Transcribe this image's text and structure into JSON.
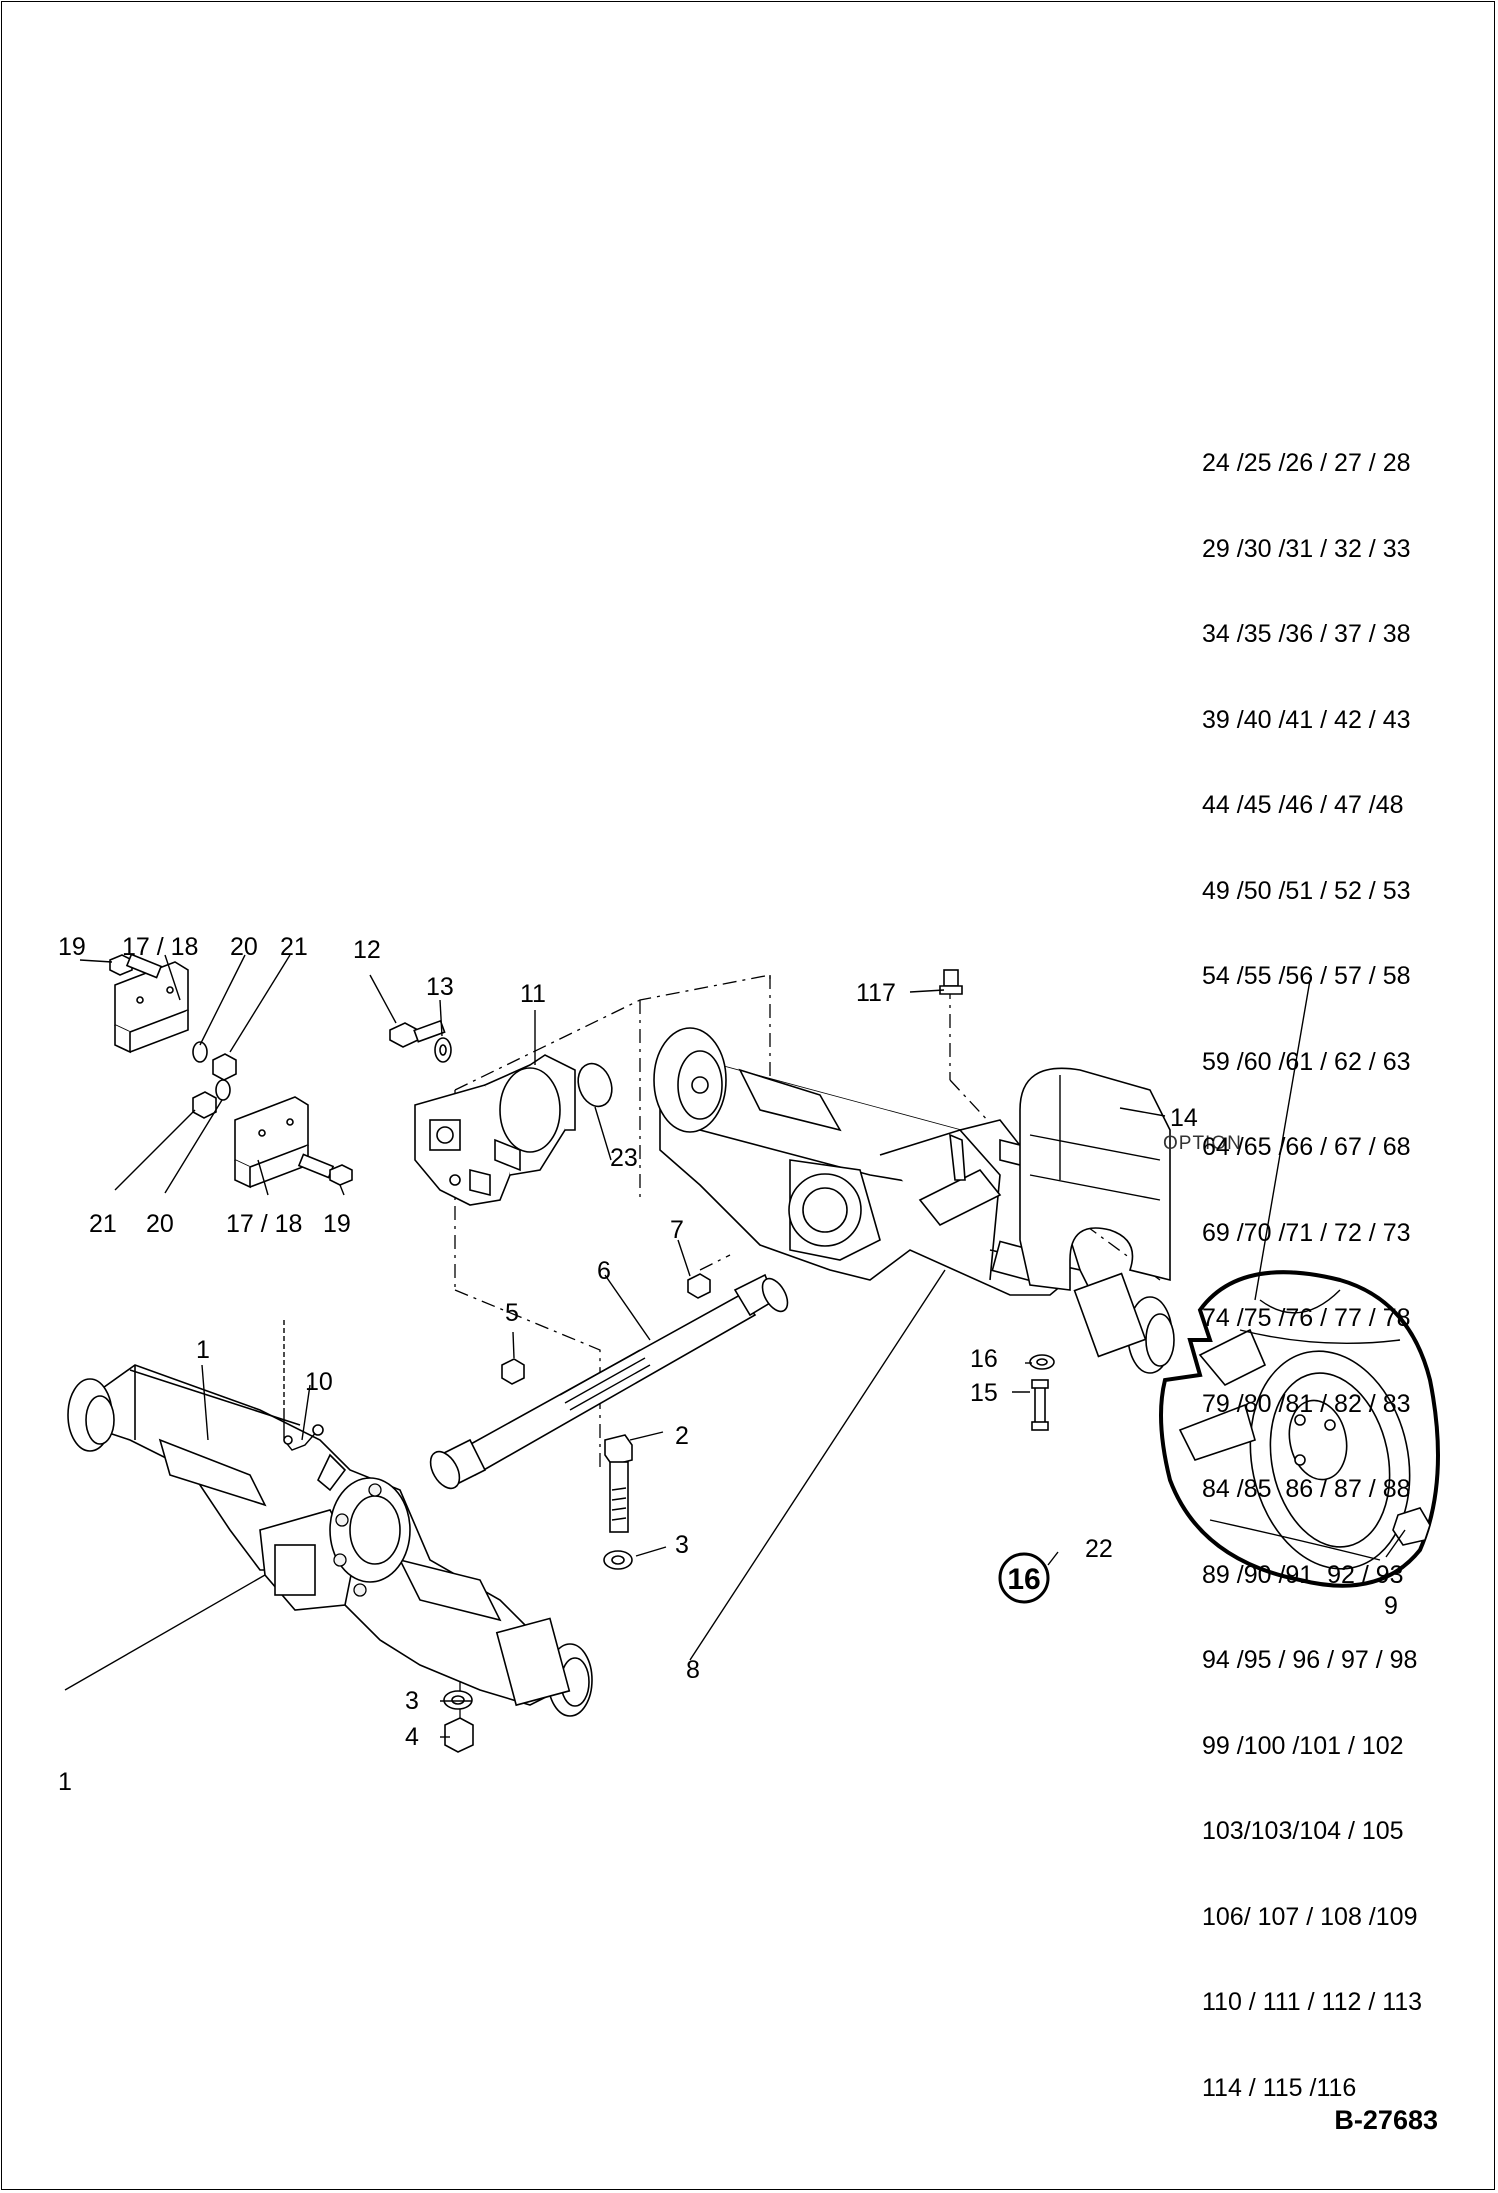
{
  "document_code": "B-27683",
  "callouts": {
    "c1_top": "1",
    "c1_bottom": "1",
    "c2": "2",
    "c3_mid": "3",
    "c3_low": "3",
    "c4": "4",
    "c5": "5",
    "c6": "6",
    "c7": "7",
    "c8": "8",
    "c9": "9",
    "c10": "10",
    "c11": "11",
    "c12": "12",
    "c13": "13",
    "c14": "14",
    "c14_note": "OPTION",
    "c15": "15",
    "c16": "16",
    "c17_18_top": "17 / 18",
    "c17_18_bottom": "17 / 18",
    "c19_top": "19",
    "c19_bottom": "19",
    "c20_top": "20",
    "c20_bottom": "20",
    "c21_top": "21",
    "c21_bottom": "21",
    "c22": "22",
    "c23": "23",
    "c117": "117"
  },
  "badge_number": "16",
  "tire_kit_refs": [
    "24 /25 /26 / 27 / 28",
    "29 /30 /31 / 32 / 33",
    "34 /35 /36 / 37 / 38",
    "39 /40 /41 / 42 / 43",
    "44 /45 /46 / 47 /48",
    "49 /50 /51 / 52 / 53",
    "54 /55 /56 / 57 / 58",
    "59 /60 /61 / 62 / 63",
    "64 /65 /66 / 67 / 68",
    "69 /70 /71 / 72 / 73",
    "74 /75 /76 / 77 / 78",
    "79 /80 /81 / 82 / 83",
    "84 /85  86 / 87 / 88",
    "89 /90 /91  92 / 93",
    "94 /95 / 96 / 97 / 98",
    "99 /100 /101 / 102",
    "103/103/104 / 105",
    "106/ 107 / 108 /109",
    "110 / 111 / 112 / 113",
    "114 / 115 /116"
  ]
}
